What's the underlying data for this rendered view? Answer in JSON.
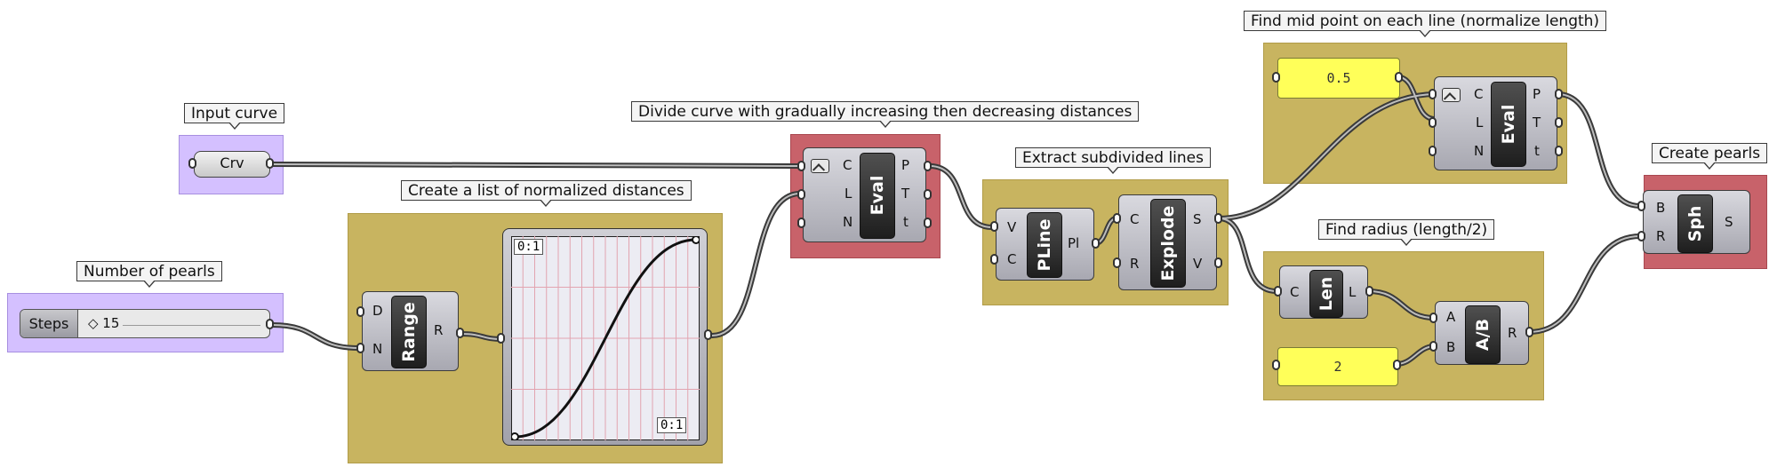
{
  "groups": {
    "input_curve": "Input curve",
    "num_pearls": "Number of pearls",
    "normalized": "Create a list of normalized distances",
    "divide": "Divide curve with gradually increasing then decreasing distances",
    "extract": "Extract subdivided lines",
    "midpoint": "Find mid point on each line (normalize length)",
    "radius": "Find radius (length/2)",
    "pearls": "Create pearls"
  },
  "components": {
    "crv": "Crv",
    "steps_label": "Steps",
    "steps_value": "◇ 15",
    "range": {
      "name": "Range",
      "in1": "D",
      "in2": "N",
      "out": "R"
    },
    "graph": {
      "top": "0:1",
      "bottom": "0:1"
    },
    "eval1": {
      "name": "Eval",
      "in1": "C",
      "in2": "L",
      "in3": "N",
      "out1": "P",
      "out2": "T",
      "out3": "t"
    },
    "pline": {
      "name": "PLine",
      "in1": "V",
      "in2": "C",
      "out": "Pl"
    },
    "explode": {
      "name": "Explode",
      "in1": "C",
      "in2": "R",
      "out1": "S",
      "out2": "V"
    },
    "panel_half": "0.5",
    "eval2": {
      "name": "Eval",
      "in1": "C",
      "in2": "L",
      "in3": "N",
      "out1": "P",
      "out2": "T",
      "out3": "t"
    },
    "len": {
      "name": "Len",
      "in": "C",
      "out": "L"
    },
    "panel_two": "2",
    "div": {
      "name": "A/B",
      "in1": "A",
      "in2": "B",
      "out": "R"
    },
    "sph": {
      "name": "Sph",
      "in1": "B",
      "in2": "R",
      "out": "S"
    }
  }
}
